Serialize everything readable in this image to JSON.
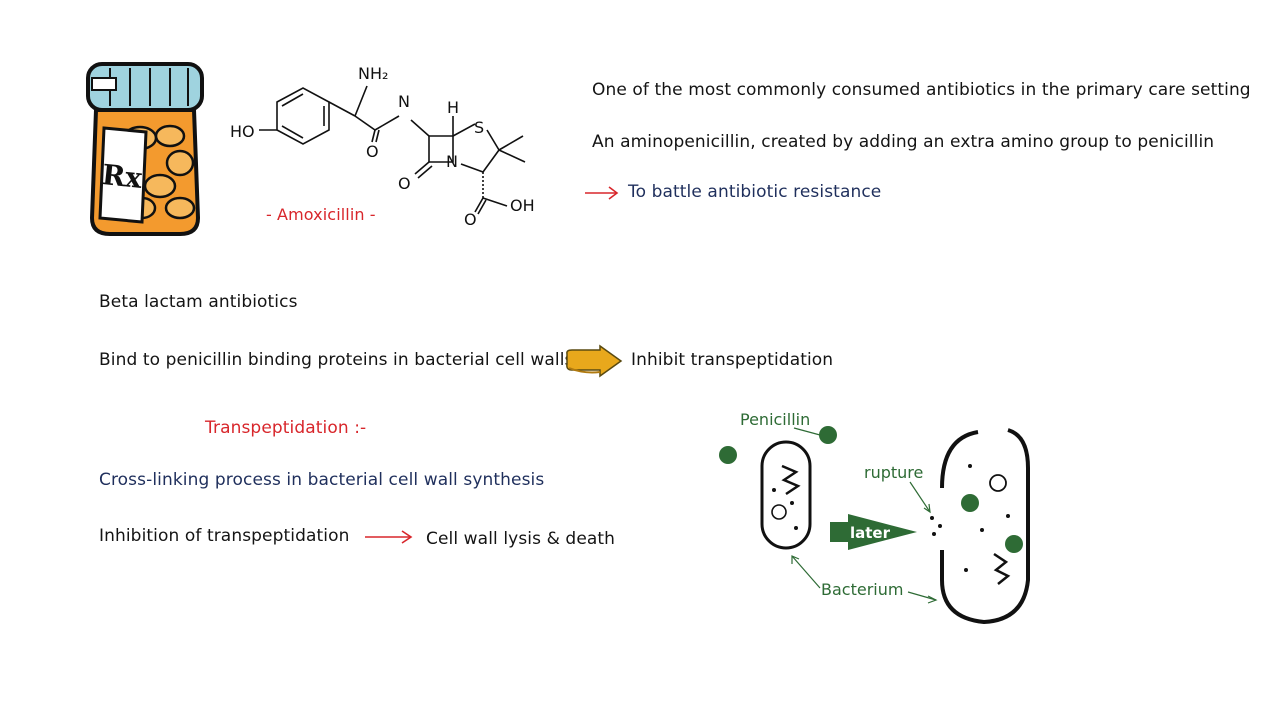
{
  "drug": {
    "name_label": "- Amoxicillin -",
    "bottle_label": "Rx",
    "structure_atoms": {
      "nh2": "NH₂",
      "h": "H",
      "n_amide": "N",
      "s": "S",
      "n_ring": "N",
      "ho": "HO",
      "o1": "O",
      "o2": "O",
      "o3": "O",
      "oh": "OH"
    }
  },
  "facts": {
    "line1": "One of the most commonly consumed antibiotics in the primary care setting",
    "line2": "An aminopenicillin, created by adding an extra amino group to penicillin",
    "line3": "To battle antibiotic resistance"
  },
  "mechanism": {
    "class": "Beta lactam antibiotics",
    "bind": "Bind to penicillin binding proteins in bacterial cell walls",
    "inhibit": "Inhibit transpeptidation",
    "transpeptidation_title": "Transpeptidation :-",
    "definition": "Cross-linking process in bacterial cell wall synthesis",
    "inhibition": "Inhibition of transpeptidation",
    "result": "Cell wall lysis & death"
  },
  "illustration": {
    "penicillin": "Penicillin",
    "rupture": "rupture",
    "later": "later",
    "bacterium": "Bacterium"
  },
  "colors": {
    "accent_red": "#d8262b",
    "navy": "#1f2f5c",
    "green": "#2e6b35",
    "bottle_orange": "#f39a2e",
    "arrow_gold": "#e8a81c"
  }
}
